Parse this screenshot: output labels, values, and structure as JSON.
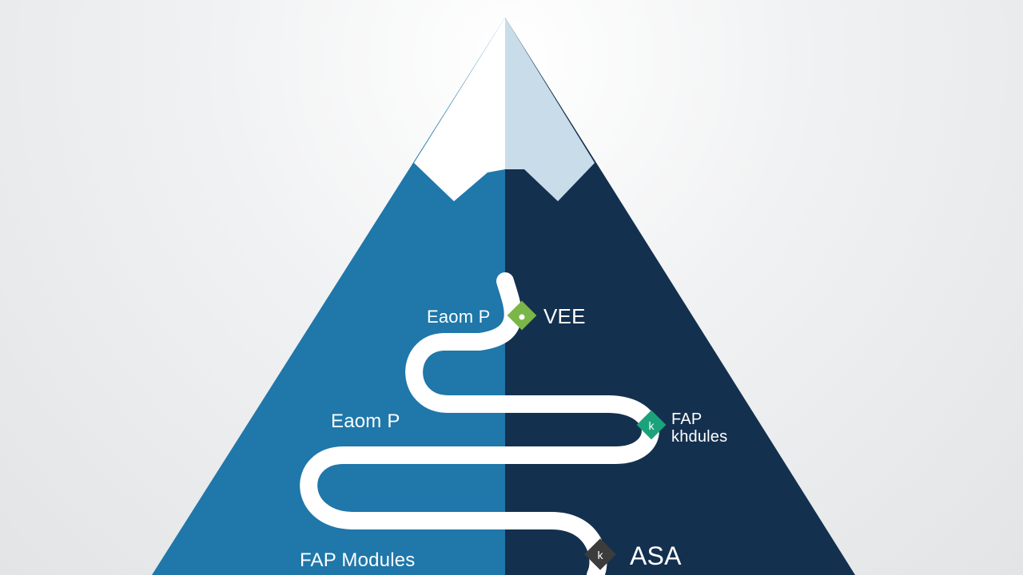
{
  "diagram": {
    "labels": {
      "left_upper": "Eaom P",
      "right_upper": "VEE",
      "left_middle": "Eaom P",
      "right_middle_line1": "FAP",
      "right_middle_line2": "khdules",
      "left_lower": "FAP Modules",
      "right_lower": "ASA"
    },
    "colors": {
      "mountain_left": "#1f77aa",
      "mountain_right": "#14304f",
      "snow_left": "#ffffff",
      "snow_right": "#c9dcea",
      "path": "#ffffff",
      "marker_green": "#7ab648",
      "marker_teal": "#1aa37a",
      "marker_dark": "#3c3c3c"
    },
    "icons": [
      "diamond-marker-green",
      "diamond-marker-teal",
      "diamond-marker-dark"
    ]
  }
}
